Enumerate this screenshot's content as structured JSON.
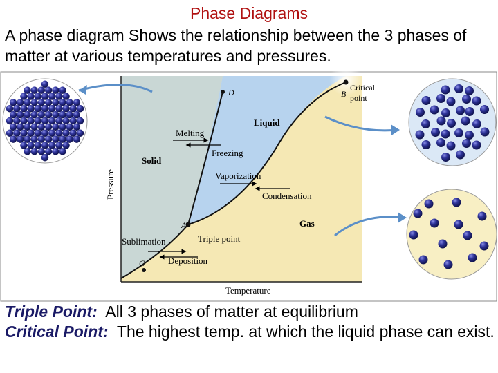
{
  "header": {
    "title": "Phase Diagrams",
    "intro": "A phase diagram Shows the relationship between the 3 phases of matter at various temperatures and pressures."
  },
  "diagram": {
    "region_labels": {
      "solid": "Solid",
      "liquid": "Liquid",
      "gas": "Gas"
    },
    "transition_labels": {
      "melting": "Melting",
      "freezing": "Freezing",
      "vaporization": "Vaporization",
      "condensation": "Condensation",
      "sublimation": "Sublimation",
      "deposition": "Deposition"
    },
    "point_labels": {
      "a": "A",
      "b": "B",
      "c": "C",
      "d": "D",
      "triple_point": "Triple point",
      "critical_point_line1": "Critical",
      "critical_point_line2": "point"
    },
    "axis_labels": {
      "x": "Temperature",
      "y": "Pressure"
    },
    "colors": {
      "solid_region": "#c9d7d5",
      "liquid_region": "#b7d3ee",
      "gas_region": "#f5e8b4",
      "molecule": "#272c8c",
      "arrow": "#5b8fc8"
    }
  },
  "notes": [
    {
      "term": "Triple Point:",
      "desc": "All 3 phases of matter at equilibrium"
    },
    {
      "term": "Critical Point:",
      "desc": "The highest temp. at which the liquid phase can exist."
    }
  ]
}
